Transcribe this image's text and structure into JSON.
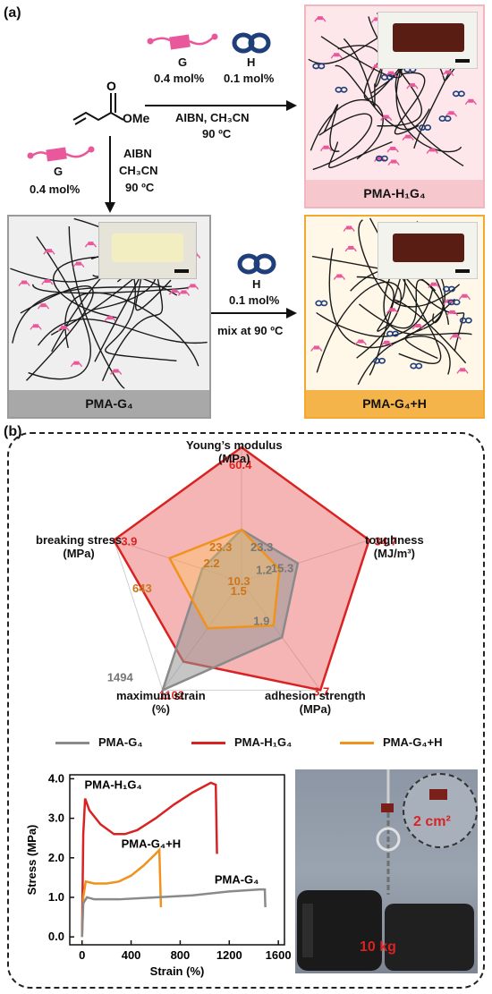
{
  "panel_a": {
    "label": "(a)",
    "monomer": "OMe",
    "G": "G",
    "H": "H",
    "g_amount": "0.4 mol%",
    "h_amount": "0.1 mol%",
    "reagents_top": "AIBN, CH₃CN",
    "temp": "90 ºC",
    "reagent_aibn": "AIBN",
    "reagent_ch3cn": "CH₃CN",
    "mix_text": "mix at 90 ºC",
    "box_h1g4": "PMA-H₁G₄",
    "box_g4": "PMA-G₄",
    "box_g4h": "PMA-G₄+H",
    "colors": {
      "h1g4_bg": "#fde7ea",
      "h1g4_label": "#f6c7cd",
      "g4_bg": "#efefef",
      "g4_label": "#a8a8a8",
      "g4h_bg": "#fff8e8",
      "g4h_label": "#f5b44a",
      "guest_pink": "#e8589a",
      "host_blue": "#1f3f7a"
    }
  },
  "panel_b": {
    "label": "(b)",
    "radar": {
      "axes": [
        {
          "name": "Young’s modulus",
          "unit": "(MPa)"
        },
        {
          "name": "toughness",
          "unit": "(MJ/m³)"
        },
        {
          "name": "adhesion strength",
          "unit": "(MPa)"
        },
        {
          "name": "maximum strain",
          "unit": "(%)"
        },
        {
          "name": "breaking stress",
          "unit": "(MPa)"
        }
      ],
      "values": {
        "PMA-H1G4": [
          "60.4",
          "34.7",
          "3.7",
          "1102",
          "3.9"
        ],
        "PMA-G4+H": [
          "23.3",
          "10.3",
          "1.5",
          "643",
          "2.2"
        ],
        "PMA-G4": [
          "23.3",
          "15.3",
          "1.9",
          "1494",
          "1.2"
        ]
      }
    },
    "legend": [
      {
        "label": "PMA-G₄",
        "color": "#8a8a8a"
      },
      {
        "label": "PMA-H₁G₄",
        "color": "#d92323"
      },
      {
        "label": "PMA-G₄+H",
        "color": "#f0921e"
      }
    ],
    "photo": {
      "area": "2 cm²",
      "weight": "10 kg"
    }
  },
  "chart_data": {
    "type": "line",
    "xlabel": "Strain (%)",
    "ylabel": "Stress (MPa)",
    "xlim": [
      -100,
      1650
    ],
    "ylim": [
      -0.2,
      4.1
    ],
    "xticks": [
      "0",
      "400",
      "800",
      "1200",
      "1600"
    ],
    "yticks": [
      "0.0",
      "1.0",
      "2.0",
      "3.0",
      "4.0"
    ],
    "series": [
      {
        "name": "PMA-H₁G₄",
        "color": "#d92323",
        "points": [
          [
            0,
            0
          ],
          [
            10,
            2.6
          ],
          [
            25,
            3.5
          ],
          [
            60,
            3.2
          ],
          [
            150,
            2.85
          ],
          [
            260,
            2.6
          ],
          [
            350,
            2.6
          ],
          [
            450,
            2.7
          ],
          [
            600,
            3.0
          ],
          [
            750,
            3.35
          ],
          [
            900,
            3.65
          ],
          [
            1050,
            3.9
          ],
          [
            1090,
            3.85
          ],
          [
            1100,
            2.1
          ]
        ]
      },
      {
        "name": "PMA-G₄+H",
        "color": "#f0921e",
        "points": [
          [
            0,
            0
          ],
          [
            10,
            1.0
          ],
          [
            30,
            1.4
          ],
          [
            100,
            1.35
          ],
          [
            200,
            1.35
          ],
          [
            300,
            1.4
          ],
          [
            400,
            1.55
          ],
          [
            500,
            1.8
          ],
          [
            600,
            2.1
          ],
          [
            630,
            2.2
          ],
          [
            643,
            0.75
          ]
        ]
      },
      {
        "name": "PMA-G₄",
        "color": "#8a8a8a",
        "points": [
          [
            0,
            0
          ],
          [
            10,
            0.85
          ],
          [
            40,
            1.0
          ],
          [
            100,
            0.95
          ],
          [
            300,
            0.95
          ],
          [
            600,
            1.0
          ],
          [
            900,
            1.05
          ],
          [
            1200,
            1.15
          ],
          [
            1450,
            1.2
          ],
          [
            1490,
            1.2
          ],
          [
            1494,
            0.75
          ]
        ]
      }
    ]
  }
}
